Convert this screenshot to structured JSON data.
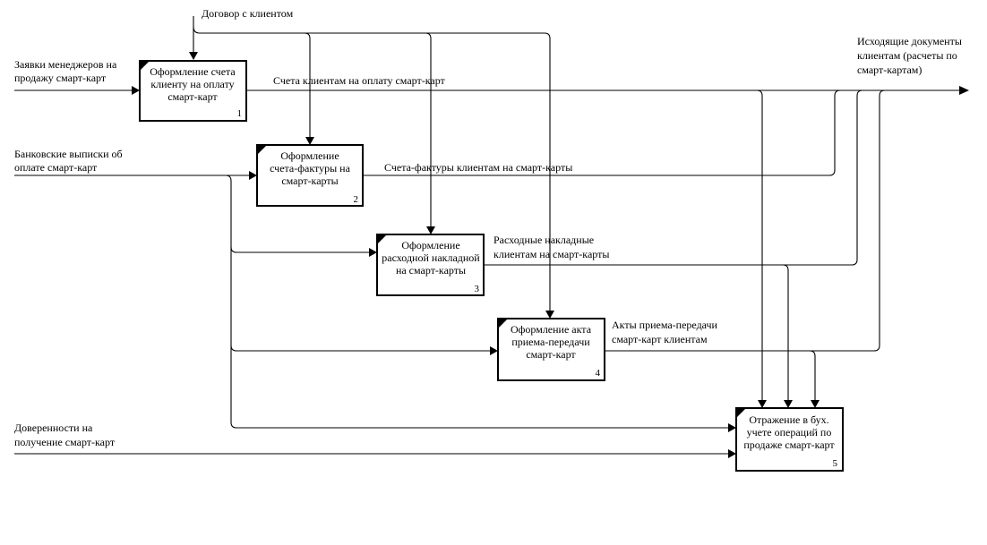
{
  "boxes": [
    {
      "lines": [
        "Оформление счета",
        "клиенту на оплату",
        "смарт-карт"
      ],
      "number": "1"
    },
    {
      "lines": [
        "Оформление",
        "счета-фактуры на",
        "смарт-карты"
      ],
      "number": "2"
    },
    {
      "lines": [
        "Оформление",
        "расходной накладной",
        "на смарт-карты"
      ],
      "number": "3"
    },
    {
      "lines": [
        "Оформление акта",
        "приема-передачи",
        "смарт-карт"
      ],
      "number": "4"
    },
    {
      "lines": [
        "Отражение в бух.",
        "учете операций по",
        "продаже смарт-карт"
      ],
      "number": "5"
    }
  ],
  "labels": {
    "control": [
      "Договор с клиентом"
    ],
    "input_requests": [
      "Заявки менеджеров на",
      "продажу смарт-карт"
    ],
    "input_bank": [
      "Банковские выписки об",
      "оплате смарт-карт"
    ],
    "input_power": [
      "Доверенности на",
      "получение смарт-карт"
    ],
    "output_docs": [
      "Исходящие документы",
      "клиентам (расчеты по",
      "смарт-картам)"
    ],
    "invoices_pay": [
      "Счета клиентам на оплату смарт-карт"
    ],
    "invoices_fact": [
      "Счета-фактуры клиентам на смарт-карты"
    ],
    "waybills": [
      "Расходные накладные",
      "клиентам на смарт-карты"
    ],
    "acts": [
      "Акты приема-передачи",
      "смарт-карт клиентам"
    ]
  }
}
